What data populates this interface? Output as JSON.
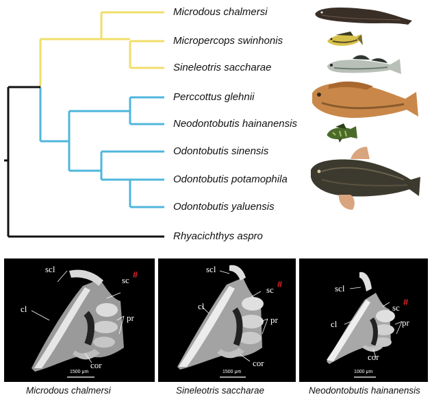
{
  "tree": {
    "taxa": [
      "Microdous chalmersi",
      "Micropercops swinhonis",
      "Sineleotris saccharae",
      "Perccottus glehnii",
      "Neodontobutis hainanensis",
      "Odontobutis sinensis",
      "Odontobutis potamophila",
      "Odontobutis yaluensis",
      "Rhyacichthys aspro"
    ],
    "colors": {
      "clade_a": "#f0de6a",
      "clade_b": "#4fb6dc",
      "outgroup": "#111111"
    }
  },
  "panels": [
    {
      "caption": "Microdous chalmersi",
      "labels": {
        "scl": "scl",
        "sc": "sc",
        "hash": "#",
        "cl": "cl",
        "pr": "pr",
        "cor": "cor"
      },
      "scale": "1500 μm"
    },
    {
      "caption": "Sineleotris saccharae",
      "labels": {
        "scl": "scl",
        "sc": "sc",
        "hash": "#",
        "cl": "cl",
        "pr": "pr",
        "cor": "cor"
      },
      "scale": "1500 μm"
    },
    {
      "caption": "Neodontobutis hainanensis",
      "labels": {
        "scl": "scl",
        "sc": "sc",
        "hash": "#",
        "cl": "cl",
        "pr": "pr",
        "cor": "cor"
      },
      "scale": "1000 μm"
    }
  ]
}
